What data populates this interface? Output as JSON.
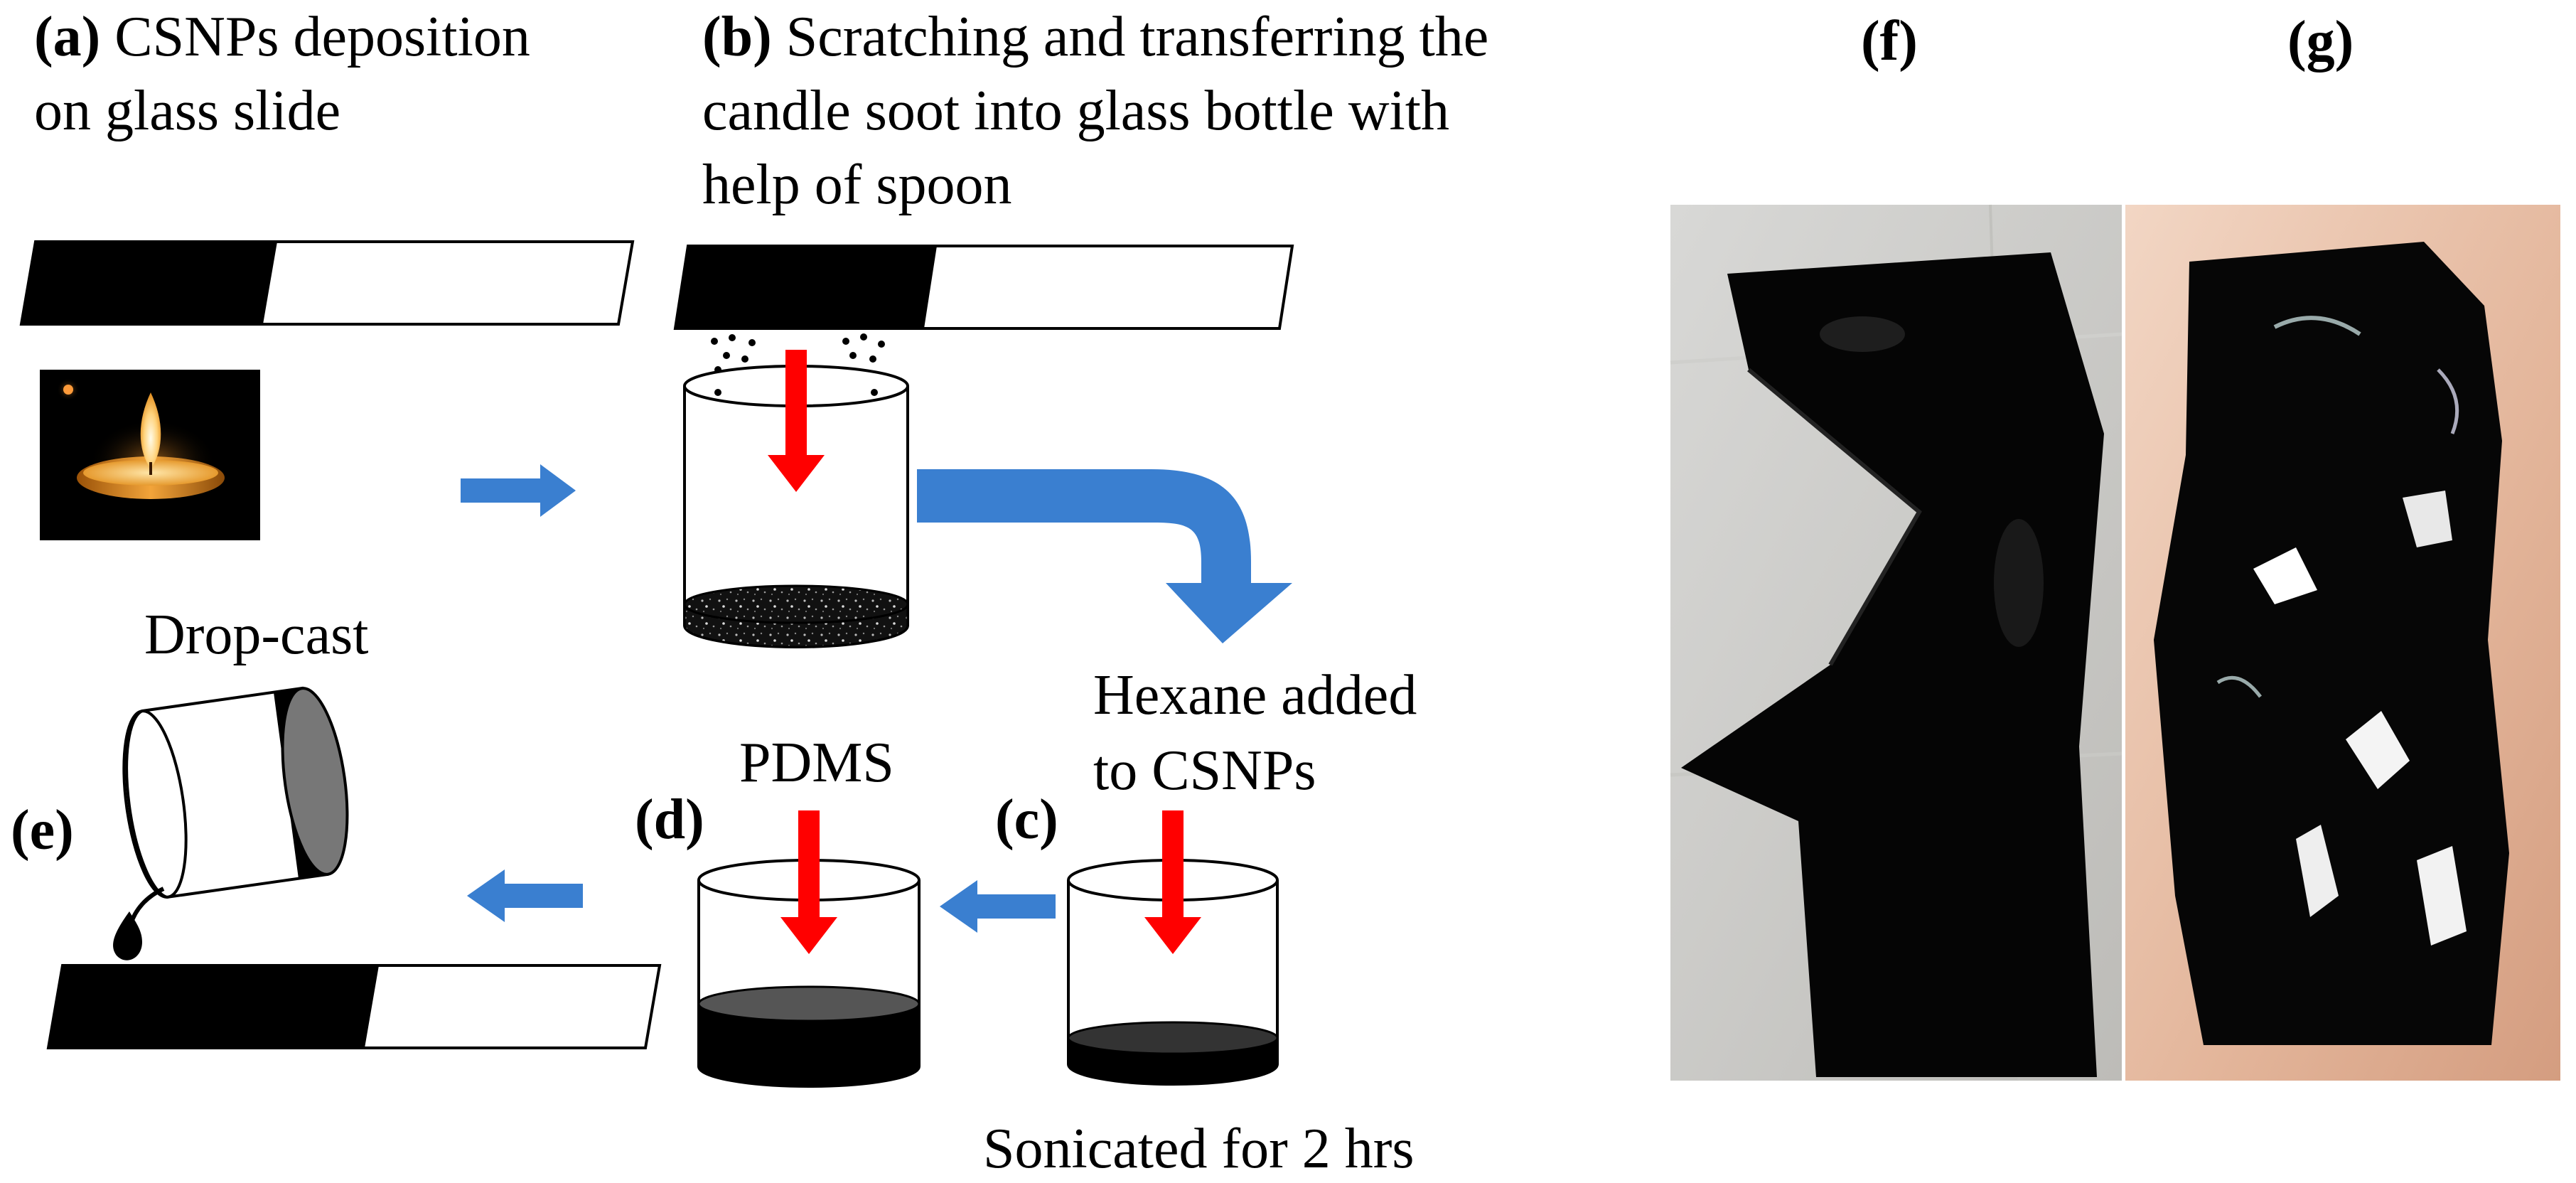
{
  "panels": {
    "a": {
      "letter": "(a)",
      "line1": "CSNPs deposition",
      "line2": "on glass slide"
    },
    "b": {
      "letter": "(b)",
      "line1": "Scratching and transferring the",
      "line2": "candle soot into glass bottle with",
      "line3": "help of spoon"
    },
    "c": {
      "letter": "(c)",
      "label1": "Hexane added",
      "label2": "to CSNPs",
      "bottom": "Sonicated for 2 hrs"
    },
    "d": {
      "letter": "(d)",
      "label": "PDMS"
    },
    "e": {
      "letter": "(e)",
      "label": "Drop-cast"
    },
    "f": {
      "letter": "(f)"
    },
    "g": {
      "letter": "(g)"
    }
  },
  "colors": {
    "arrow_blue": "#3a7fd0",
    "arrow_red": "#ff0000",
    "soot": "#000000",
    "candle_flame": "#ffd27a",
    "candle_body": "#d98a1c"
  },
  "icons": [
    "candle-icon",
    "glass-slide-icon",
    "beaker-icon",
    "spoon-particles-icon",
    "film-photo"
  ]
}
